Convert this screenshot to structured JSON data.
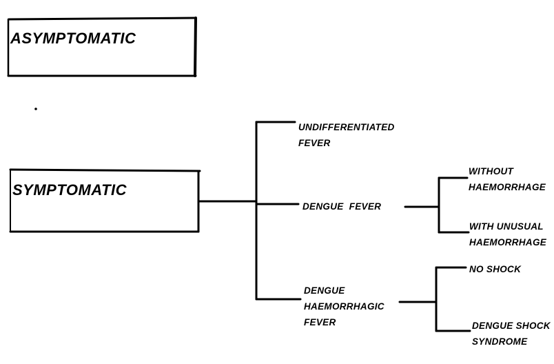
{
  "diagram": {
    "boxes": {
      "asymptomatic": "ASYMPTOMATIC",
      "symptomatic": "SYMPTOMATIC"
    },
    "level1": {
      "undifferentiated_fever": [
        "UNDIFFERENTIATED",
        "FEVER"
      ],
      "dengue_fever": "DENGUE  FEVER",
      "dhf": [
        "DENGUE",
        "HAEMORRHAGIC",
        "FEVER"
      ]
    },
    "dengue_fever_branches": {
      "without_haemorrhage": [
        "WITHOUT",
        "HAEMORRHAGE"
      ],
      "with_unusual_haemorrhage": [
        "WITH UNUSUAL",
        "HAEMORRHAGE"
      ]
    },
    "dhf_branches": {
      "no_shock": "NO SHOCK",
      "dengue_shock_syndrome": [
        "DENGUE SHOCK",
        "SYNDROME"
      ]
    },
    "colors": {
      "line": "#000000",
      "text": "#000000",
      "background": "#ffffff"
    }
  }
}
